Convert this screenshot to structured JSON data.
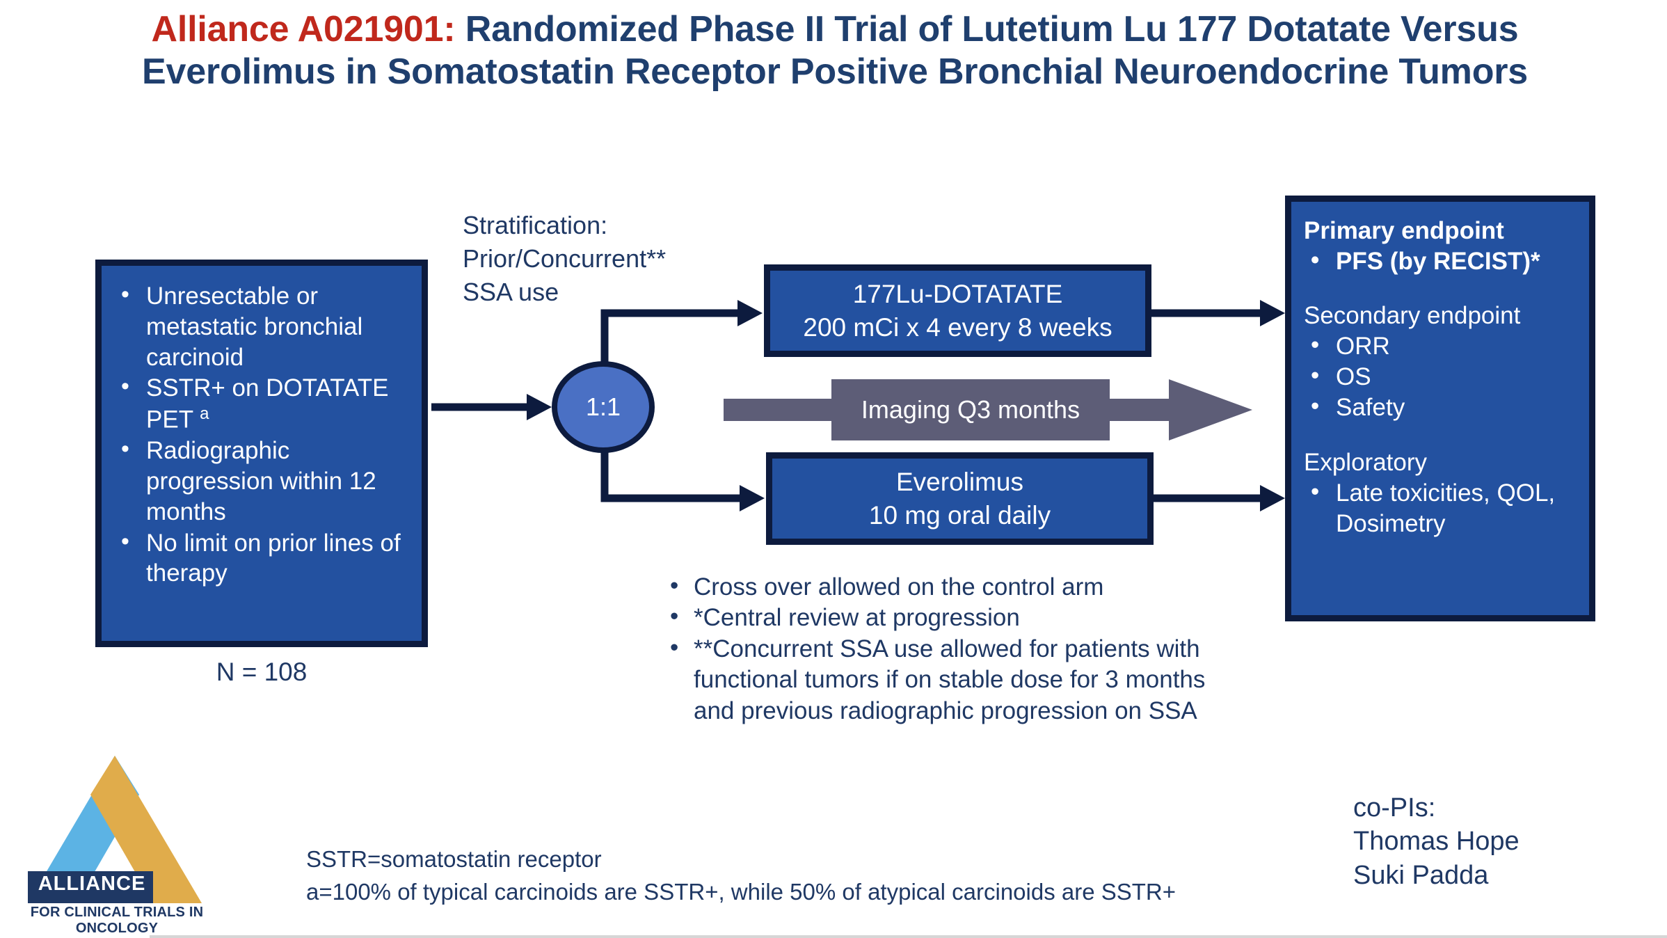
{
  "title": {
    "prefix": "Alliance A021901:",
    "rest": " Randomized Phase II Trial of Lutetium Lu 177 Dotatate Versus Everolimus in Somatostatin Receptor Positive Bronchial Neuroendocrine Tumors",
    "prefix_color": "#c0281c",
    "color": "#1f3f6e"
  },
  "eligibility": {
    "items": [
      "Unresectable or metastatic bronchial carcinoid",
      "SSTR+ on DOTATATE PET ",
      "Radiographic progression within 12 months",
      "No limit on prior lines of therapy"
    ],
    "footnote_marker": "a",
    "n_total": "N = 108",
    "fill_color": "#2351a0",
    "border_color": "#0d1b3e"
  },
  "stratification": {
    "lines": [
      "Stratification:",
      "Prior/Concurrent**",
      "SSA use"
    ]
  },
  "randomization": {
    "label": "1:1",
    "fill_color": "#4a70c4",
    "border_color": "#0d1b3e"
  },
  "arms": {
    "experimental": {
      "line1": "177Lu-DOTATATE",
      "line2": "200 mCi x 4 every 8 weeks"
    },
    "control": {
      "line1": "Everolimus",
      "line2": "10 mg oral daily"
    }
  },
  "imaging": {
    "label": "Imaging Q3 months",
    "color": "#5d5d77"
  },
  "endpoints": {
    "primary_header": "Primary endpoint",
    "primary_items": [
      "PFS (by RECIST)*"
    ],
    "secondary_header": "Secondary endpoint",
    "secondary_items": [
      "ORR",
      "OS",
      "Safety"
    ],
    "exploratory_header": "Exploratory",
    "exploratory_items": [
      "Late toxicities, QOL, Dosimetry"
    ]
  },
  "notes": [
    "Cross over allowed on the control arm",
    "*Central review at progression",
    "**Concurrent SSA use allowed for patients with functional tumors if on stable dose for 3 months and previous radiographic progression on SSA"
  ],
  "abbreviations": {
    "line1": "SSTR=somatostatin receptor",
    "line2": "a=100% of typical carcinoids are SSTR+, while 50% of atypical carcinoids are SSTR+"
  },
  "copis": {
    "label": "co-PIs:",
    "names": [
      "Thomas Hope",
      "Suki Padda"
    ]
  },
  "logo": {
    "wordmark": "ALLIANCE",
    "caption": "FOR CLINICAL TRIALS IN ONCOLOGY",
    "blue": "#5cb3e4",
    "gold": "#e0ac4b",
    "navy": "#1f3864"
  }
}
